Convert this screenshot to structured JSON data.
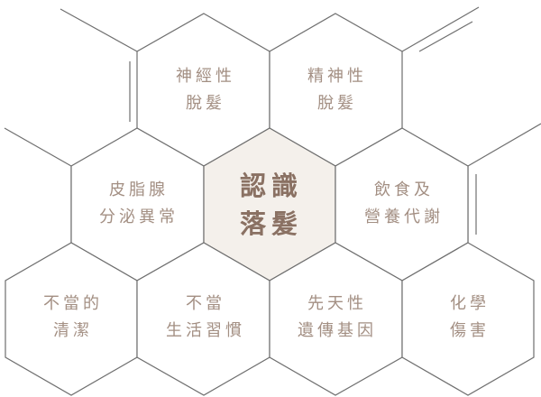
{
  "diagram": {
    "title": "認識落髮",
    "colors": {
      "line": "#6f6f6f",
      "text": "#a38f83",
      "center_fill": "#f4f0eb",
      "center_text": "#8a7163"
    },
    "center": {
      "line1": "認識",
      "line2": "落髮"
    },
    "cells": [
      {
        "id": "neural",
        "line1": "神經性",
        "line2": "脫髮"
      },
      {
        "id": "mental",
        "line1": "精神性",
        "line2": "脫髮"
      },
      {
        "id": "sebaceous",
        "line1": "皮脂腺",
        "line2": "分泌異常"
      },
      {
        "id": "diet",
        "line1": "飲食及",
        "line2": "營養代謝"
      },
      {
        "id": "cleaning",
        "line1": "不當的",
        "line2": "清潔"
      },
      {
        "id": "lifestyle",
        "line1": "不當",
        "line2": "生活習慣"
      },
      {
        "id": "genetic",
        "line1": "先天性",
        "line2": "遺傳基因"
      },
      {
        "id": "chemical",
        "line1": "化學",
        "line2": "傷害"
      }
    ]
  }
}
